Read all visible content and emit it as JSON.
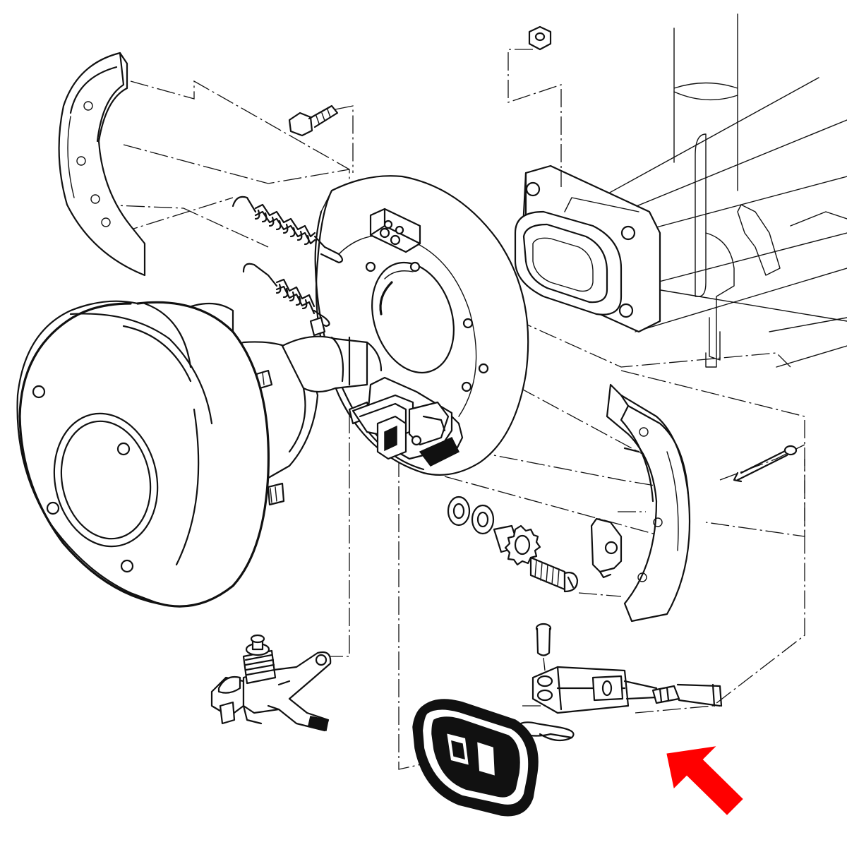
{
  "diagram": {
    "type": "exploded-parts-diagram",
    "highlight": {
      "indicator": "arrow",
      "target": "brake-cable-grommet",
      "color": "#ff0000"
    },
    "line_color": "#111111",
    "background": "#ffffff",
    "parts": [
      "brake-shoe-upper",
      "brake-shoe-lower",
      "brake-drum",
      "backing-plate",
      "axle-housing",
      "return-spring-upper",
      "return-spring-lower",
      "mounting-bolt",
      "nut",
      "adjuster-wheel",
      "adjuster-screw",
      "washers",
      "brake-lever-assembly",
      "cable-clevis",
      "clevis-pin",
      "cotter-pin",
      "hairpin-clip",
      "brake-cable",
      "brake-cable-grommet",
      "strut-bracket",
      "anchor-block"
    ]
  }
}
